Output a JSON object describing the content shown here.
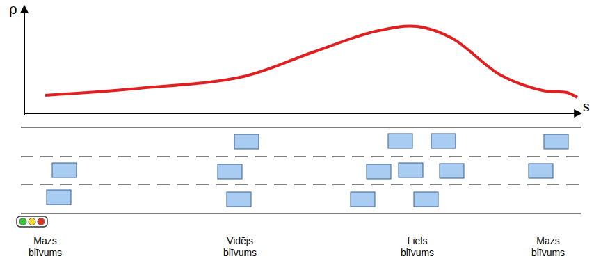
{
  "diagram": {
    "labels": [
      "ρ",
      "s",
      "Mazs blīvums",
      "Vidējs blīvums",
      "Liels blīvums",
      "Mazs blīvums"
    ]
  }
}
